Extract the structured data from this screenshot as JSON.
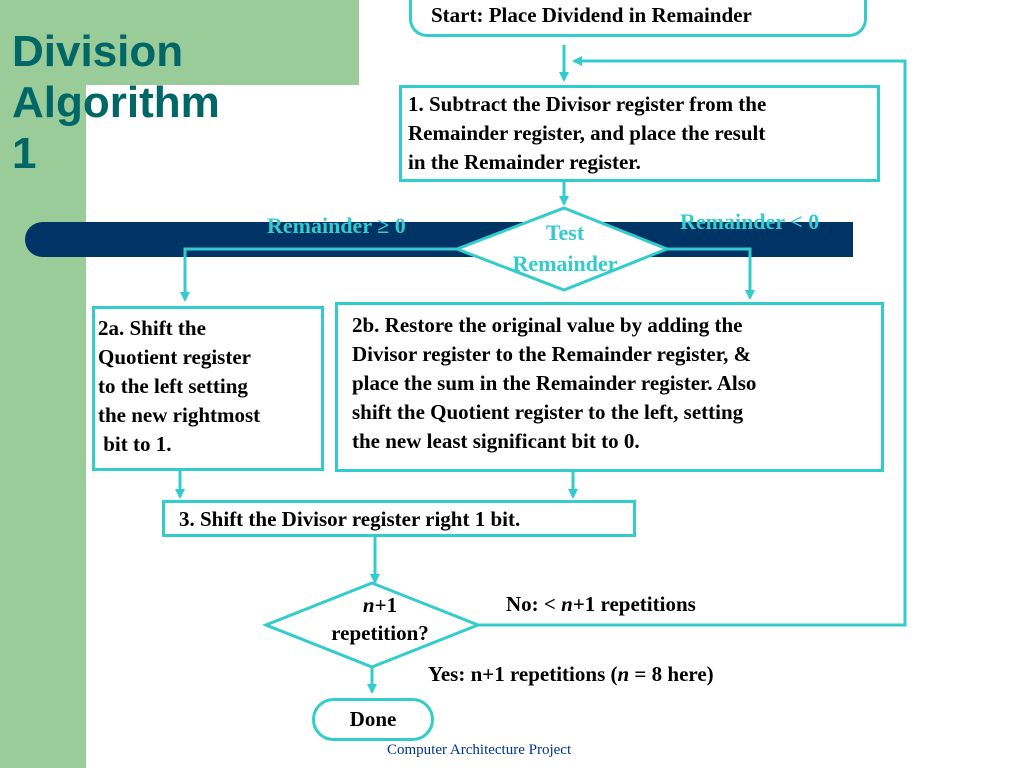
{
  "slide": {
    "title_lines": [
      "Division",
      "Algorithm",
      "1"
    ],
    "footer": "Computer Architecture Project"
  },
  "flowchart": {
    "start": "Start: Place Dividend in Remainder",
    "step1": [
      "1. Subtract the Divisor register from the",
      "Remainder register, and place the result",
      "in the Remainder register."
    ],
    "test": [
      "Test",
      "Remainder"
    ],
    "branch_ge": "Remainder ≥ 0",
    "branch_lt": "Remainder < 0",
    "step2a": [
      "2a. Shift the",
      "Quotient register",
      "to the left setting",
      "the new rightmost",
      " bit to 1."
    ],
    "step2b": [
      "2b. Restore the original value by adding the",
      "Divisor register to the Remainder register, &",
      "place the sum in the Remainder register. Also",
      "shift the Quotient register to the left, setting",
      "the new least significant bit to 0."
    ],
    "step3": "3. Shift the Divisor register right 1 bit.",
    "decision": {
      "line1_var": "n",
      "line1_rest": "+1",
      "line2": "repetition?"
    },
    "no_label": {
      "prefix": "No: < ",
      "var": "n",
      "suffix": "+1 repetitions"
    },
    "yes_label": {
      "prefix": "Yes: n+1 repetitions (",
      "var": "n",
      "suffix": " = 8 here)"
    },
    "done": "Done"
  },
  "colors": {
    "accent": "#33cccc",
    "title": "#006666",
    "side_panel": "#99cc99",
    "bar": "#003366",
    "footer": "#003399"
  }
}
